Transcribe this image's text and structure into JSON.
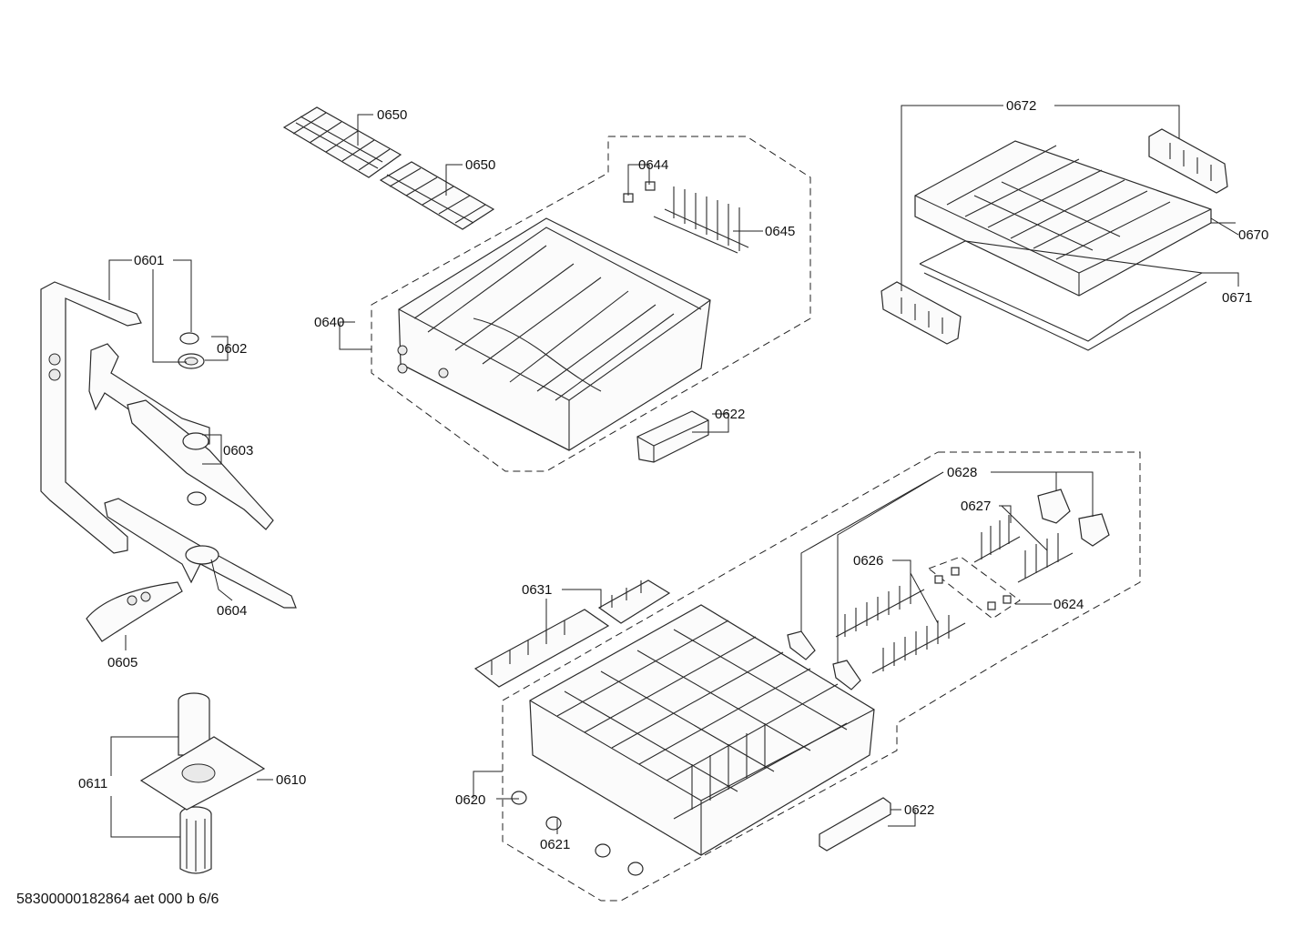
{
  "labels": {
    "l0650a": "0650",
    "l0650b": "0650",
    "l0644": "0644",
    "l0645": "0645",
    "l0640": "0640",
    "l0622a": "0622",
    "l0672": "0672",
    "l0670": "0670",
    "l0671": "0671",
    "l0601": "0601",
    "l0602": "0602",
    "l0603": "0603",
    "l0604": "0604",
    "l0605": "0605",
    "l0628": "0628",
    "l0627": "0627",
    "l0626": "0626",
    "l0624": "0624",
    "l0631": "0631",
    "l0611": "0611",
    "l0610": "0610",
    "l0620": "0620",
    "l0621": "0621",
    "l0622b": "0622"
  },
  "footer": "58300000182864 aet 000 b 6/6"
}
